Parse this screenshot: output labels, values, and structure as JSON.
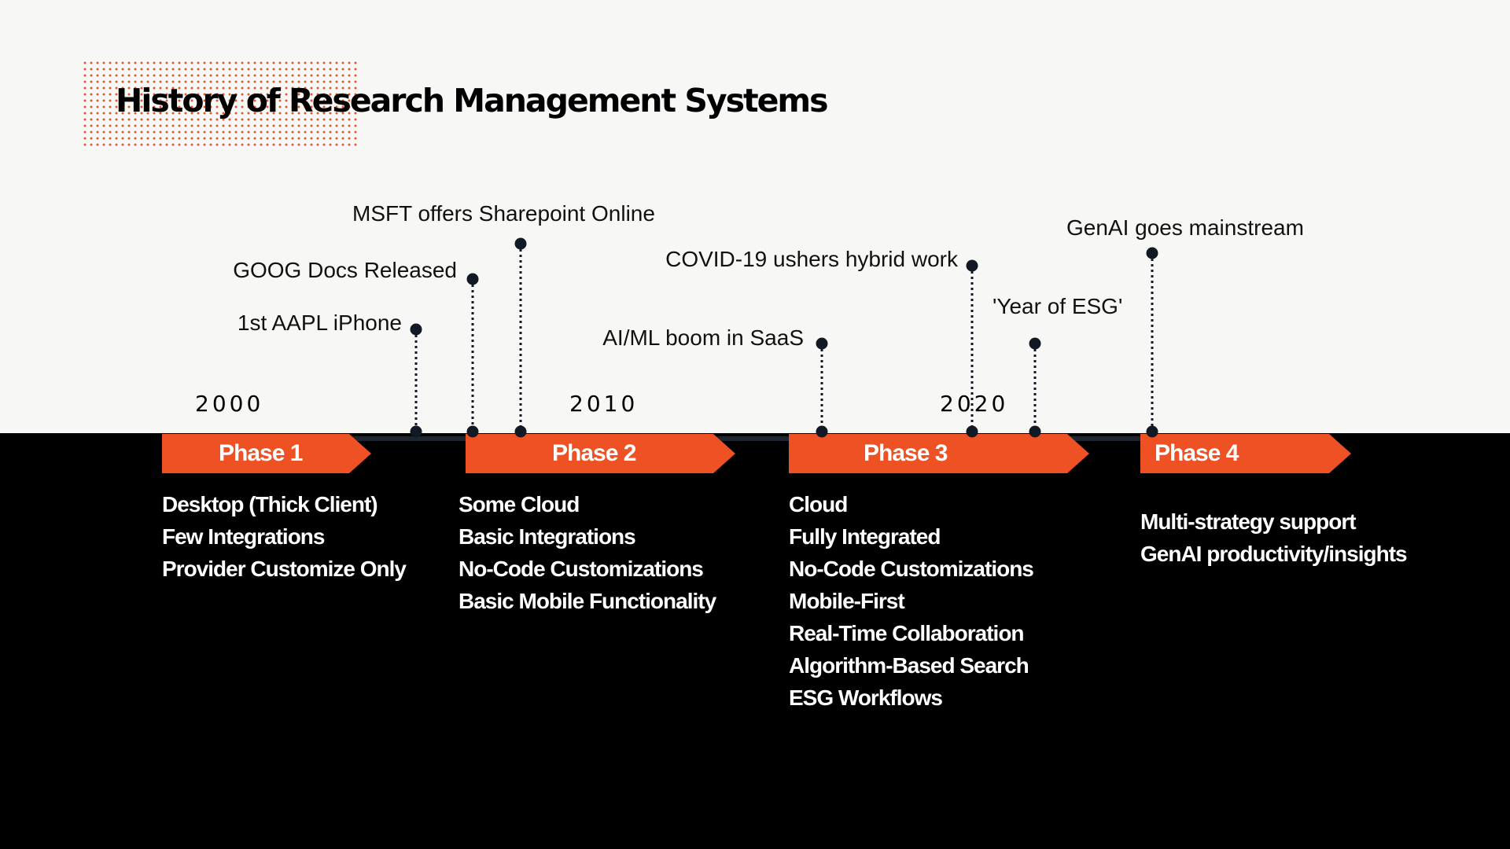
{
  "title": "History of Research Management Systems",
  "colors": {
    "accent": "#ee5124",
    "axis": "#1c2530",
    "top_bg": "#f7f7f5",
    "bottom_bg": "#000000"
  },
  "years": [
    "2000",
    "2010",
    "2020"
  ],
  "events": [
    {
      "label": "1st AAPL iPhone"
    },
    {
      "label": "GOOG Docs Released"
    },
    {
      "label": "MSFT offers Sharepoint Online"
    },
    {
      "label": "AI/ML boom in SaaS"
    },
    {
      "label": "COVID-19 ushers hybrid work"
    },
    {
      "label": "'Year of ESG'"
    },
    {
      "label": "GenAI goes mainstream"
    }
  ],
  "phases": [
    {
      "name": "Phase 1",
      "features": [
        "Desktop (Thick Client)",
        "Few Integrations",
        "Provider Customize Only"
      ]
    },
    {
      "name": "Phase 2",
      "features": [
        "Some Cloud",
        "Basic Integrations",
        "No-Code Customizations",
        "Basic Mobile Functionality"
      ]
    },
    {
      "name": "Phase 3",
      "features": [
        "Cloud",
        "Fully Integrated",
        "No-Code Customizations",
        "Mobile-First",
        "Real-Time Collaboration",
        "Algorithm-Based Search",
        "ESG Workflows"
      ]
    },
    {
      "name": "Phase 4",
      "features": [
        "Multi-strategy support",
        "GenAI productivity/insights"
      ]
    }
  ]
}
